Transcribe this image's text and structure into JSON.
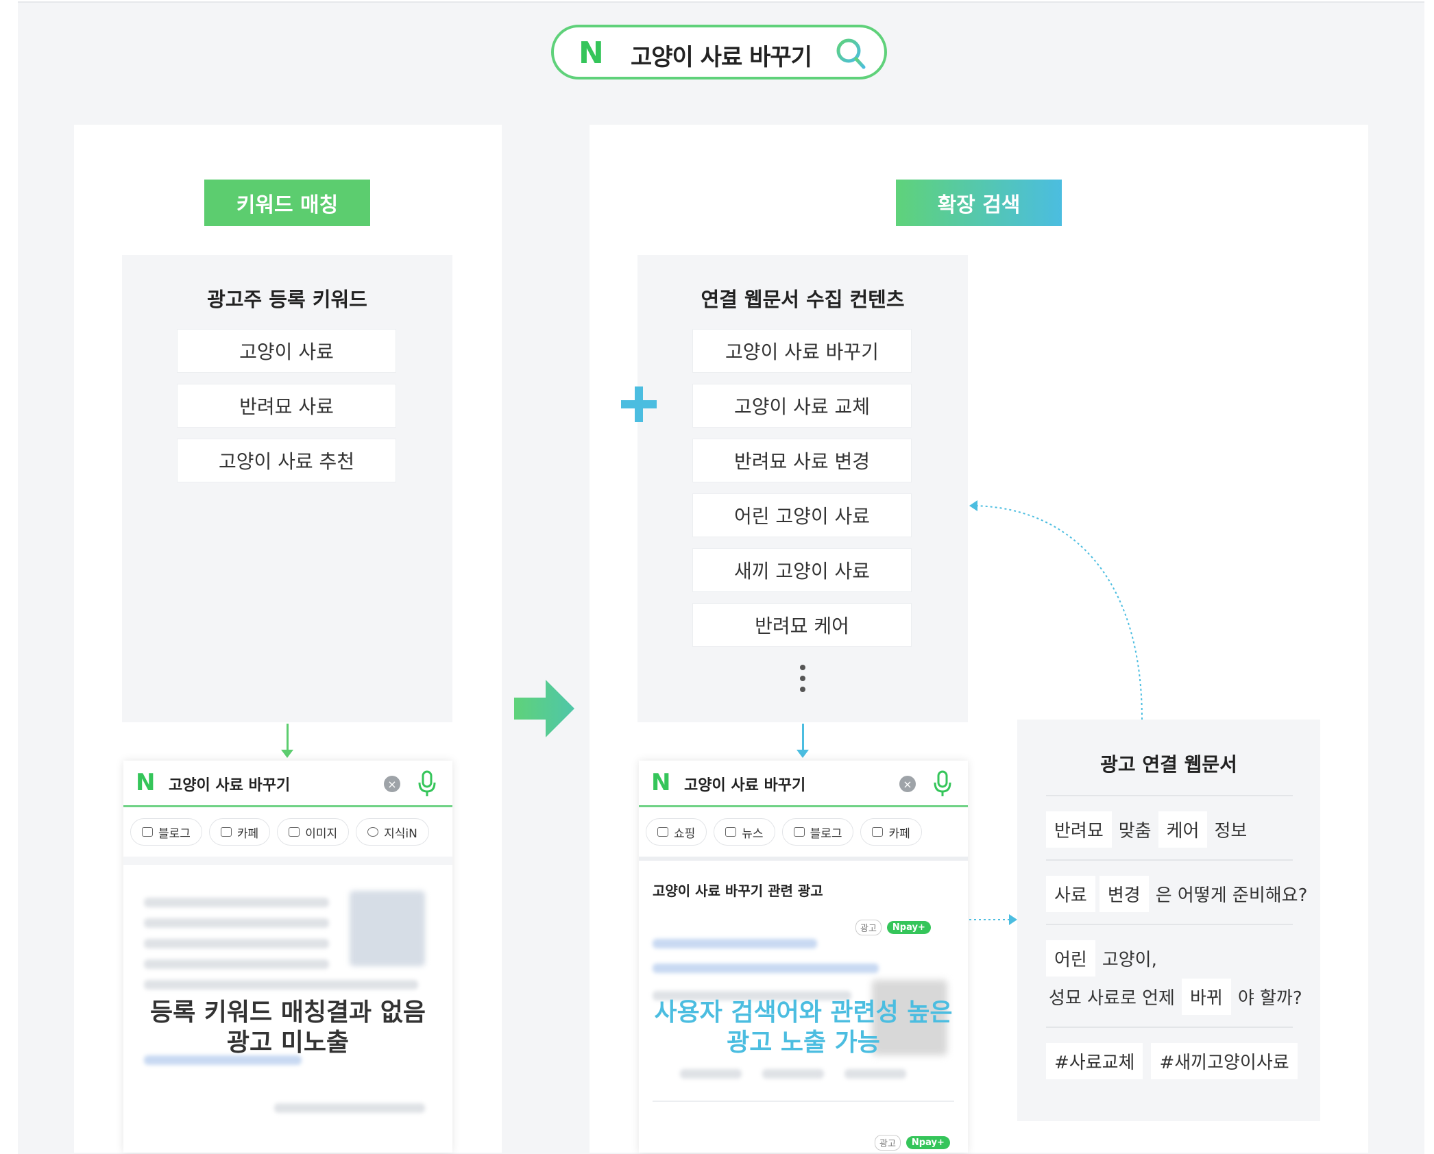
{
  "search": {
    "logo": "N",
    "query": "고양이 사료 바꾸기"
  },
  "left": {
    "tag": "키워드 매칭",
    "box_title": "광고주 등록 키워드",
    "keywords": [
      "고양이 사료",
      "반려묘 사료",
      "고양이 사료 추천"
    ],
    "phone": {
      "logo": "N",
      "query": "고양이 사료 바꾸기",
      "chips": [
        "블로그",
        "카페",
        "이미지",
        "지식iN"
      ],
      "overlay_line1": "등록 키워드 매칭결과 없음",
      "overlay_line2": "광고 미노출"
    }
  },
  "right": {
    "tag": "확장 검색",
    "box_title": "연결 웹문서 수집 컨텐츠",
    "contents": [
      "고양이 사료 바꾸기",
      "고양이 사료 교체",
      "반려묘 사료 변경",
      "어린 고양이 사료",
      "새끼 고양이 사료",
      "반려묘 케어"
    ],
    "phone": {
      "logo": "N",
      "query": "고양이 사료 바꾸기",
      "chips": [
        "쇼핑",
        "뉴스",
        "블로그",
        "카페"
      ],
      "ad_heading": "고양이 사료 바꾸기 관련 광고",
      "ad_badge": "광고",
      "npay_badge": "Npay+",
      "overlay_line1": "사용자 검색어와 관련성 높은",
      "overlay_line2": "광고 노출 가능"
    }
  },
  "webdoc": {
    "title": "광고 연결 웹문서",
    "row1": [
      "반려묘",
      "맞춤",
      "케어",
      "정보"
    ],
    "row2": [
      "사료",
      "변경",
      "은 어떻게 준비해요?"
    ],
    "row3": [
      "어린",
      "고양이,"
    ],
    "row4": [
      "성묘 사료로 언제",
      "바뀌",
      "야 할까?"
    ],
    "hashtags": [
      "#사료교체",
      "#새끼고양이사료"
    ]
  },
  "colors": {
    "green": "#5ccd6f",
    "blue": "#4bbde0",
    "navergreen": "#35c55a"
  }
}
